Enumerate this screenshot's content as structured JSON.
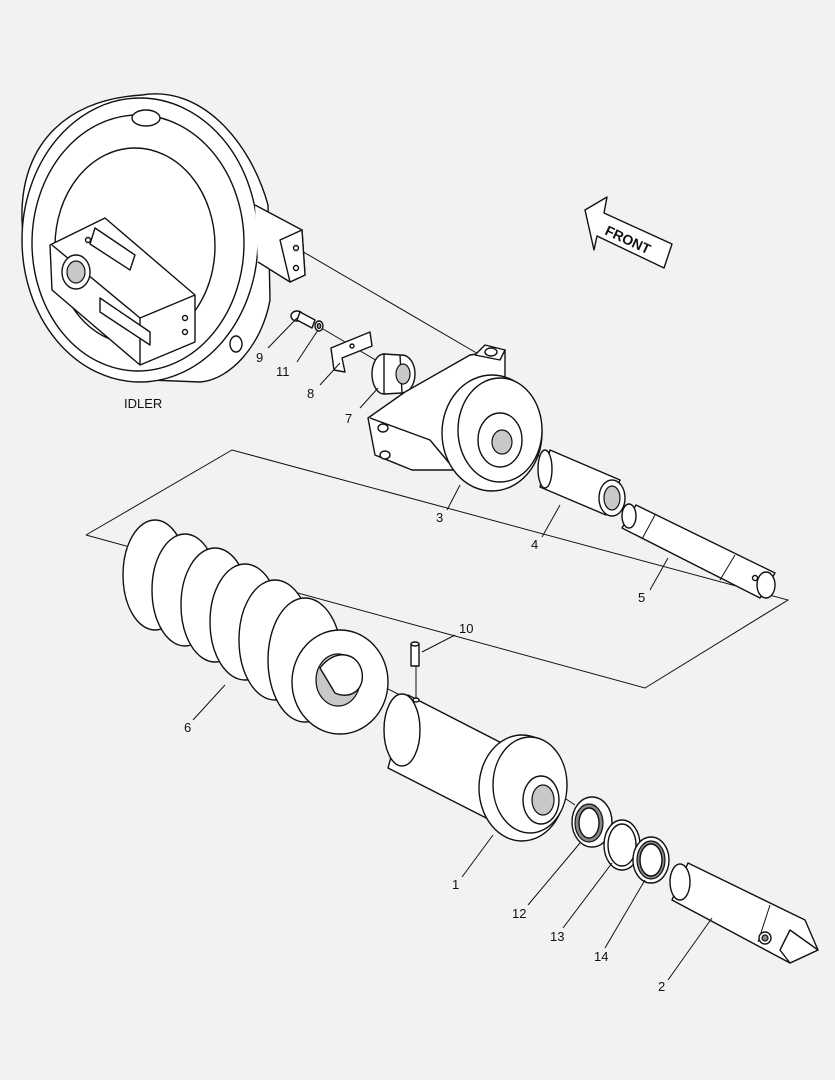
{
  "labels": {
    "idler": "IDLER",
    "front": "FRONT"
  },
  "callouts": [
    "1",
    "2",
    "3",
    "4",
    "5",
    "6",
    "7",
    "8",
    "9",
    "10",
    "11",
    "12",
    "13",
    "14"
  ]
}
